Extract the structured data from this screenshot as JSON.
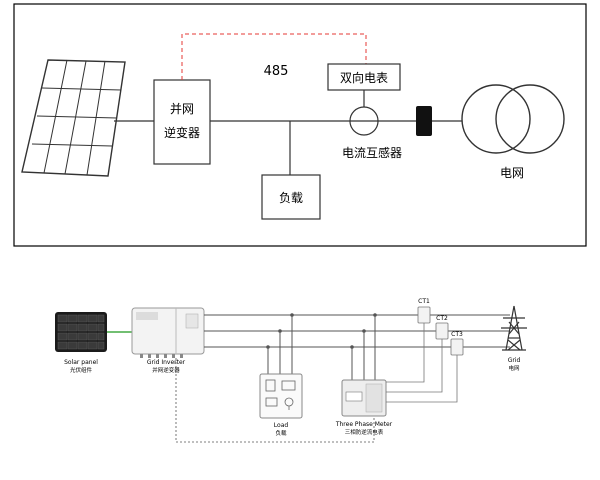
{
  "top_diagram": {
    "inverter_line1": "并网",
    "inverter_line2": "逆变器",
    "comm_label": "485",
    "meter_label": "双向电表",
    "ct_label": "电流互感器",
    "load_label": "负载",
    "grid_label": "电网"
  },
  "bottom_diagram": {
    "solar_en": "Solar panel",
    "solar_cn": "光伏组件",
    "inverter_en": "Grid Inverter",
    "inverter_cn": "并网逆变器",
    "load_en": "Load",
    "load_cn": "负载",
    "meter_en": "Three Phase Meter",
    "meter_cn": "三相防逆流电表",
    "ct1": "CT1",
    "ct2": "CT2",
    "ct3": "CT3",
    "grid_en": "Grid",
    "grid_cn": "电网"
  },
  "colors": {
    "line": "#333333",
    "comm_dashed": "#e53935",
    "panel_border": "#000000",
    "bottom_line": "#555555",
    "green_dc": "#44aa44"
  }
}
